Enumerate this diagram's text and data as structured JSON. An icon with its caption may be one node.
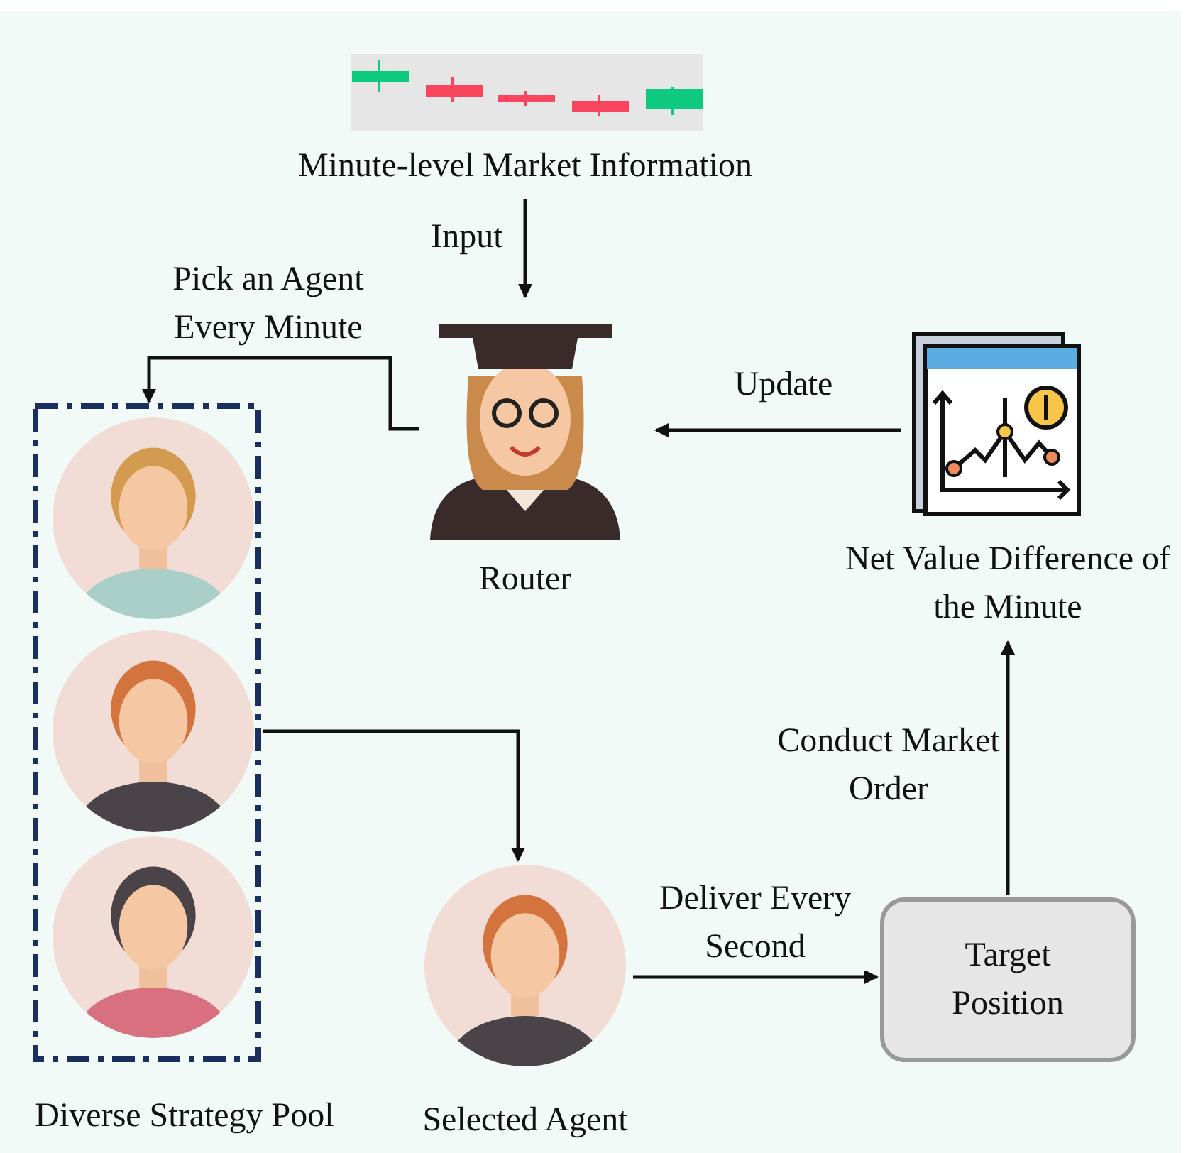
{
  "diagram": {
    "nodes": [
      {
        "text": [
          "Minute-level Market Information"
        ]
      },
      {
        "text": [
          "Router"
        ]
      },
      {
        "text": [
          "Net Value Difference of the Minute"
        ]
      },
      {
        "text": [
          "Diverse Strategy Pool"
        ]
      },
      {
        "text": [],
        "shape": "person",
        "in": 3
      },
      {
        "text": [],
        "shape": "person",
        "in": 3
      },
      {
        "text": [],
        "shape": "person",
        "in": 3
      },
      {
        "text": [
          "Selected Agent"
        ]
      },
      {
        "text": [
          "Target Position"
        ]
      }
    ],
    "edges": [
      {
        "from": 0,
        "to": 1,
        "arrow": "to",
        "label": "Input"
      },
      {
        "from": 1,
        "to": 3,
        "arrow": "to",
        "label": "Pick an Agent Every Minute"
      },
      {
        "from": 2,
        "to": 1,
        "arrow": "to",
        "label": "Update"
      },
      {
        "from": 5,
        "to": 7,
        "arrow": "to"
      },
      {
        "from": 7,
        "to": 8,
        "arrow": "to",
        "label": "Deliver Every Second"
      },
      {
        "from": 8,
        "to": 2,
        "arrow": "to",
        "label": "Conduct Market Order"
      }
    ]
  }
}
